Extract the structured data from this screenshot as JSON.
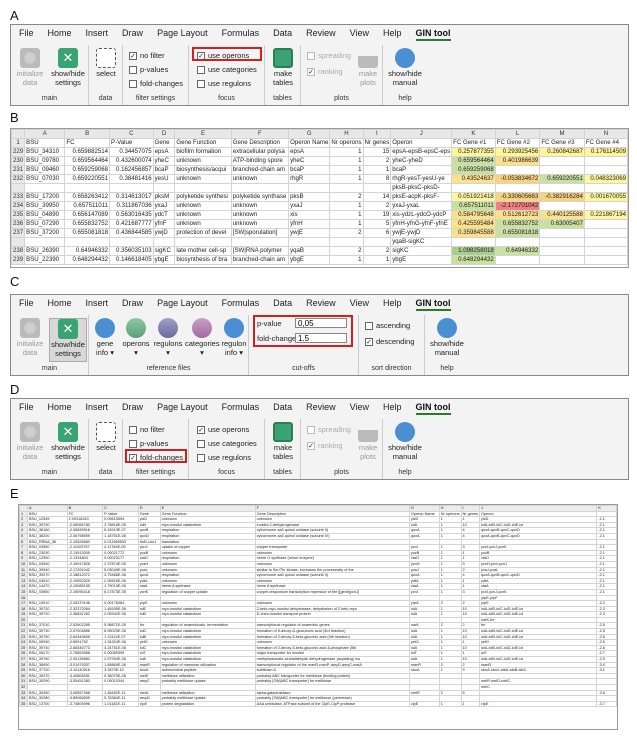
{
  "panels": {
    "a": "A",
    "b": "B",
    "c": "C",
    "d": "D",
    "e": "E"
  },
  "tabs": [
    "File",
    "Home",
    "Insert",
    "Draw",
    "Page Layout",
    "Formulas",
    "Data",
    "Review",
    "View",
    "Help",
    "GIN tool"
  ],
  "ribbon_a": {
    "init_label": "initialize data",
    "show_label": "show/hide settings",
    "main_group": "main",
    "select_label": "select",
    "data_group": "data",
    "nofilter": "no filter",
    "pvalues": "p-values",
    "foldchanges": "fold-changes",
    "filter_group": "filter settings",
    "use_operons": "use operons",
    "use_categories": "use categories",
    "use_regulons": "use regulons",
    "focus_group": "focus",
    "make_tables": "make tables",
    "tables_group": "tables",
    "spreading": "spreading",
    "ranking": "ranking",
    "make_plots": "make plots",
    "plots_group": "plots",
    "manual": "show/hide manual",
    "help_group": "help"
  },
  "ribbon_c": {
    "init_label": "initialize data",
    "show_label": "show/hide settings",
    "main_group": "main",
    "gene_info": "gene info",
    "operons": "operons",
    "regulons": "regulons",
    "categories": "categories",
    "regulon_info": "regulon info",
    "ref_group": "reference files",
    "pvalue_label": "p-value",
    "pvalue": "0,05",
    "fc_label": "fold-change",
    "fc": "1.5",
    "cutoffs_group": "cut-offs",
    "ascending": "ascending",
    "descending": "descending",
    "sort_group": "sort direction",
    "manual": "show/hide manual",
    "help_group": "help"
  },
  "sheet_b": {
    "cols": [
      "",
      "A",
      "B",
      "C",
      "D",
      "E",
      "F",
      "G",
      "H",
      "I",
      "J",
      "K",
      "L",
      "M",
      "N"
    ],
    "header": [
      "1",
      "BSU",
      "FC",
      "P-Value",
      "Gene",
      "Gene Function",
      "Gene Description",
      "Operon Name",
      "Nr operons",
      "Nr genes",
      "Operon",
      "FC Gene #1",
      "FC Gene #2",
      "FC Gene #3",
      "FC Gene #4"
    ],
    "rows": [
      [
        "229",
        "BSU_34310",
        "0.659882514",
        "0.34457075",
        "epsA",
        "biofilm formation",
        "extracellular polysa",
        "epsA",
        "1",
        "15",
        "epsA-epsB-epsC-eps",
        "0.257877355",
        "0.293925456",
        "0.260842687",
        "0.176114509"
      ],
      [
        "230",
        "BSU_09780",
        "0.659564464",
        "0.432600074",
        "yheC",
        "unknown",
        "ATP-binding spore",
        "yheC",
        "1",
        "2",
        "yheC-yheD",
        "0.659564464",
        "0.401986639",
        "",
        ""
      ],
      [
        "231",
        "BSU_09460",
        "0.659259068",
        "0.162456857",
        "bcaP",
        "biosynthesis/acqui",
        "branched-chain am",
        "bcaP",
        "1",
        "1",
        "bcaP",
        "0.659259068",
        "",
        "",
        ""
      ],
      [
        "232",
        "BSU_07030",
        "0.659220551",
        "0.38481416",
        "yesU",
        "unknown",
        "unknown",
        "rhgR",
        "1",
        "8",
        "rhgR-yesT-yesU-ye",
        "0.43524637",
        "-0.053834672",
        "0.659220551",
        "0.048323069"
      ],
      [
        "",
        "",
        "",
        "",
        "",
        "",
        "",
        "",
        "",
        "",
        "pksB-pksC-pksD-",
        "",
        "",
        "",
        ""
      ],
      [
        "233",
        "BSU_17200",
        "0.658263412",
        "0.314613017",
        "pksM",
        "polyketide synthesi",
        "polyketide synthase",
        "pksB",
        "2",
        "14",
        "pksE-acpK-pksF-",
        "0.051921418",
        "-0.330605663",
        "-0.382916284",
        "0.001670055"
      ],
      [
        "234",
        "BSU_39950",
        "0.657511011",
        "0.311867036",
        "yxaJ",
        "unknown",
        "unknown",
        "yxaJ",
        "1",
        "2",
        "yxaJ-yxaL",
        "0.657511011",
        "-2.172701042",
        "",
        ""
      ],
      [
        "235",
        "BSU_04890",
        "0.656147089",
        "0.563016435",
        "ydcT",
        "unknown",
        "unknown",
        "xis",
        "1",
        "19",
        "xis-ydzL-ydcO-ydcP",
        "0.584795648",
        "0.512612723",
        "0.440125588",
        "0.221867194"
      ],
      [
        "236",
        "BSU_07290",
        "0.655832752",
        "0.421687777",
        "yfnF",
        "unknown",
        "unknown",
        "yfnH",
        "1",
        "5",
        "yfnH-yfnG-yfnF-yfnE",
        "0.425595484",
        "0.655832752",
        "0.63005407",
        ""
      ],
      [
        "237",
        "BSU_37200",
        "0.655081818",
        "0.436844585",
        "ywjD",
        "protection of devel",
        "[SW|sporulation]",
        "ywjE",
        "2",
        "6",
        "ywjE-ywjD",
        "0.359845588",
        "0.655081818",
        "",
        ""
      ],
      [
        "",
        "",
        "",
        "",
        "",
        "",
        "",
        "",
        "",
        "",
        "yqaB-sigKC",
        "",
        "",
        "",
        ""
      ],
      [
        "238",
        "BSU_26390",
        "0.64946332",
        "0.356035103",
        "sigKC",
        "late mother cell-sp",
        "[SW|RNA polymer",
        "yqaB",
        "2",
        "2",
        "sigKC",
        "1.098258018",
        "0.64946332",
        "",
        ""
      ],
      [
        "239",
        "BSU_22390",
        "0.648294432",
        "0.146618405",
        "ybgE",
        "biosynthesis of bra",
        "branched-chain am",
        "ybgE",
        "1",
        "1",
        "ybgE",
        "0.648294432",
        "",
        "",
        ""
      ]
    ]
  },
  "sheet_e": {
    "cols": [
      "",
      "A",
      "B",
      "C",
      "D",
      "E",
      "F",
      "G",
      "H",
      "I",
      "J",
      "K"
    ],
    "header": [
      "BSU",
      "FC",
      "P-Value",
      "Gene",
      "Gene Function",
      "Gene Description",
      "Operon Name",
      "Nr operons",
      "Nr genes",
      "Operon",
      ""
    ],
    "rows": [
      [
        "BSU_12549",
        "2.00316243",
        "0.09615594",
        "yizD",
        "unknown",
        "unknown",
        "yizD",
        "1",
        "1",
        "yizD",
        "-2.1"
      ],
      [
        "BSU_39700",
        "-2.06066780",
        "3.78818E-05",
        "iolH",
        "myo-inositol catabolism",
        "inositol 2-dehydrogenase",
        "iolA",
        "1",
        "10",
        "iolA-iolB-iolC-iolD-iolE-iol",
        "-2.1"
      ],
      [
        "BSU_38160",
        "-2.05839916",
        "5.15913E-07",
        "qoxB",
        "respiration",
        "cytochrome aa3 quinol oxidase (subunit II)",
        "qoxA",
        "1",
        "4",
        "qoxA-qoxB-qoxC-qoxD",
        "-2.1"
      ],
      [
        "BSU_38200",
        "-2.06798599",
        "1.18751E-06",
        "qoxD",
        "respiration",
        "cytochrome aa3 quinol oxidase (subunit IV)",
        "qoxA",
        "1",
        "4",
        "qoxA-qoxB-qoxC-qoxD",
        "-2.1"
      ],
      [
        "BSU_RRNA_36",
        "-2.10526660",
        "0.011969533",
        "trnB-Leu1",
        "translation",
        "",
        "",
        "",
        "",
        "",
        ""
      ],
      [
        "BSU_03550",
        "-2.11003767",
        "4.11764E-05",
        "ycnJ",
        "uptake of copper",
        "copper transporter",
        "ycnI",
        "1",
        "3",
        "ycnI-ycnJ-ycnK",
        "-2.1"
      ],
      [
        "BSU_23030",
        "-2.13913005",
        "0.00021772",
        "yozB",
        "unknown",
        "unknown",
        "yozB",
        "1",
        "1",
        "yozB",
        "-2.1"
      ],
      [
        "BSU_12990",
        "-2.1334804",
        "0.00023177",
        "ctaO",
        "respiration",
        "heme O synthase (minor enzyme)",
        "ctaO",
        "1",
        "1",
        "ctaO",
        "-2.1"
      ],
      [
        "BSU_03940",
        "-2.16917826",
        "2.37874E-05",
        "yczH",
        "unknown",
        "unknown",
        "ycnH",
        "1",
        "3",
        "ycnH-ycnI-ycnJ",
        "-2.1"
      ],
      [
        "BSU_39940",
        "-2.17291042",
        "5.03049E-06",
        "yxaL",
        "unknown",
        "similar to Ser/Thr kinase, increases the processivity of the",
        "yxaJ",
        "1",
        "2",
        "yxaJ-yxaL",
        "-2.1"
      ],
      [
        "BSU_39270",
        "-2.18812072",
        "3.75466E-06",
        "qoxA",
        "respiration",
        "cytochrome aa3 quinol oxidase (subunit II)",
        "qoxA",
        "1",
        "4",
        "qoxA-qoxB-qoxC-qoxD",
        "-2.1"
      ],
      [
        "BSU_04510",
        "-2.19552329",
        "2.05516E-06",
        "ydbL",
        "unknown",
        "unknown",
        "ydbL",
        "1",
        "1",
        "ydbL",
        "-2.1"
      ],
      [
        "BSU_14470",
        "-2.19085155",
        "1.79013E-06",
        "ctaA",
        "heme A synthase",
        "heme A synthase",
        "ctaA",
        "1",
        "1",
        "ctaA",
        "-2.1"
      ],
      [
        "BSU_03960",
        "-2.19096418",
        "6.17873E-05",
        "ycnK",
        "regulation of copper uptake",
        "copper-responsive transcription repressor of the [[gene]ycnJ]",
        "ycnI",
        "1",
        "3",
        "ycnI-ycnJ-ycnK",
        "-2.1"
      ],
      [
        "",
        "",
        "",
        "",
        "",
        "",
        "",
        "",
        "",
        "yrpE-yrpF",
        ""
      ],
      [
        "BSU_19510",
        "-2.26370146",
        "0.00178484",
        "yrpE",
        "unknown",
        "unknown",
        "yrpA",
        "2",
        "2",
        "yrpE",
        "-2.2"
      ],
      [
        "BSU_39720",
        "-2.32372064",
        "1.45939E-06",
        "iolE",
        "myo-inositol catabolism",
        "2-keto-myo-inositol dehydratase, dehydration of 2-keto-myo",
        "iolA",
        "1",
        "10",
        "iolA-iolB-iolC-iolD-iolE-iol",
        "-2.3"
      ],
      [
        "BSU_39720",
        "-2.36831262",
        "2.05942E-06",
        "iolD",
        "myo-inositol catabolism",
        "D-chiro-inositol transport protein",
        "iolA",
        "1",
        "10",
        "iolA-iolB-iolC-iolD-iolE-iol",
        "-2.3"
      ],
      [
        "",
        "",
        "",
        "",
        "",
        "",
        "",
        "",
        "",
        "narK-fnr",
        ""
      ],
      [
        "BSU_37010",
        "-2.52602265",
        "5.98871E-05",
        "fnr",
        "regulation of anaerobiosis, fermentation",
        "transcriptional regulator of anaerobic genes",
        "narK",
        "2",
        "2",
        "fnr",
        "-2.5"
      ],
      [
        "BSU_39730",
        "-2.57004856",
        "6.95029E-06",
        "iolC",
        "myo-inositol catabolism",
        "formation of 5-deoxy-D-glucuronic acid (3rd reaction)",
        "iolA",
        "1",
        "10",
        "iolA-iolB-iolC-iolD-iolE-iol",
        "-2.5"
      ],
      [
        "BSU_39750",
        "-2.64349895",
        "1.13114E-07",
        "iolB",
        "myo-inositol catabolism",
        "formation of 2-deoxy-5-keto-gluconic acid (4th reaction)",
        "iolA",
        "1",
        "10",
        "iolA-iolB-iolC-iolD-iolE-iol",
        "-2.6"
      ],
      [
        "BSU_06930",
        "-2.6591752",
        "1.34324E-06",
        "yetG",
        "unknown",
        "unknown",
        "yetG",
        "1",
        "1",
        "yetG",
        "-2.6"
      ],
      [
        "BSU_39740",
        "-2.66345773",
        "4.24751E-06",
        "iolC",
        "myo-inositol catabolism",
        "formation of 2-deoxy-5-keto-gluconic acid-6-phosphate (5th",
        "iolA",
        "1",
        "10",
        "iolA-iolB-iolC-iolD-iolE-iol",
        "-2.6"
      ],
      [
        "BSU_06270",
        "-2.75853958",
        "0.00089399",
        "iolT",
        "myo-inositol catabolism",
        "major transporter for inositol",
        "iolT",
        "1",
        "1",
        "iolT",
        "-2.7"
      ],
      [
        "BSU_39760",
        "-2.90139882",
        "2.57994E-06",
        "iolA",
        "myo-inositol catabolism",
        "methylmalonate-semialdehyde dehydrogenase (acylating) ino",
        "iolA",
        "1",
        "10",
        "iolA-iolB-iolC-iolD-iolE-iol",
        "-2.9"
      ],
      [
        "BSU_36900",
        "-3.01979337",
        "1.89869E-06",
        "manR",
        "regulation of mannose utilization",
        "transcriptional regulator of the manR-manP, amyD-amyC-malA",
        "manR",
        "2",
        "2",
        "manR",
        "-3.0"
      ],
      [
        "BSU_37700",
        "-3.10140516",
        "3.2870E-10",
        "sboA",
        "antimicrobial peptide",
        "subtilosin A",
        "sboA",
        "1",
        "9",
        "sboA-sboX-albA-albB-albC-",
        "-3.1"
      ],
      [
        "BSU_30270",
        "-3.40808251",
        "5.36070E-06",
        "melE",
        "melibiose utilization",
        "probably ABC transporter for melibiose (binding protein)",
        "",
        "",
        "",
        "",
        ""
      ],
      [
        "BSU_30290",
        "-3.55451383",
        "0.00010344",
        "amyC",
        "probably melibiose uptake",
        "probably [SW|ABC transporter] for melibiose",
        "",
        "",
        "",
        "melR-melD-melC-",
        ""
      ],
      [
        "",
        "",
        "",
        "",
        "",
        "",
        "",
        "",
        "",
        "melC",
        ""
      ],
      [
        "BSU_30300",
        "-3.65557368",
        "1.48452E-11",
        "melA",
        "melibiose utilization",
        "alpha-galactosidase",
        "melR",
        "2",
        "5",
        "",
        "-3.6"
      ],
      [
        "BSU_30280",
        "-3.85066595",
        "5.76384E-11",
        "amyD",
        "probably melibiose uptake",
        "probably [SW|ABC transporter] for melibiose (permease)",
        "",
        "",
        "",
        "",
        ""
      ],
      [
        "BSU_13700",
        "-3.74806996",
        "1.01181E-11",
        "clpE",
        "protein degradation",
        "AAA unfoldase, ATPase subunit of the ClpE-ClpP protease",
        "clpE",
        "1",
        "1",
        "clpE",
        "-3.7"
      ]
    ]
  },
  "colors": {
    "accent": "#2a7a2a",
    "highlight": "#d02020",
    "ribbon_bg": "#f3f3f3"
  }
}
